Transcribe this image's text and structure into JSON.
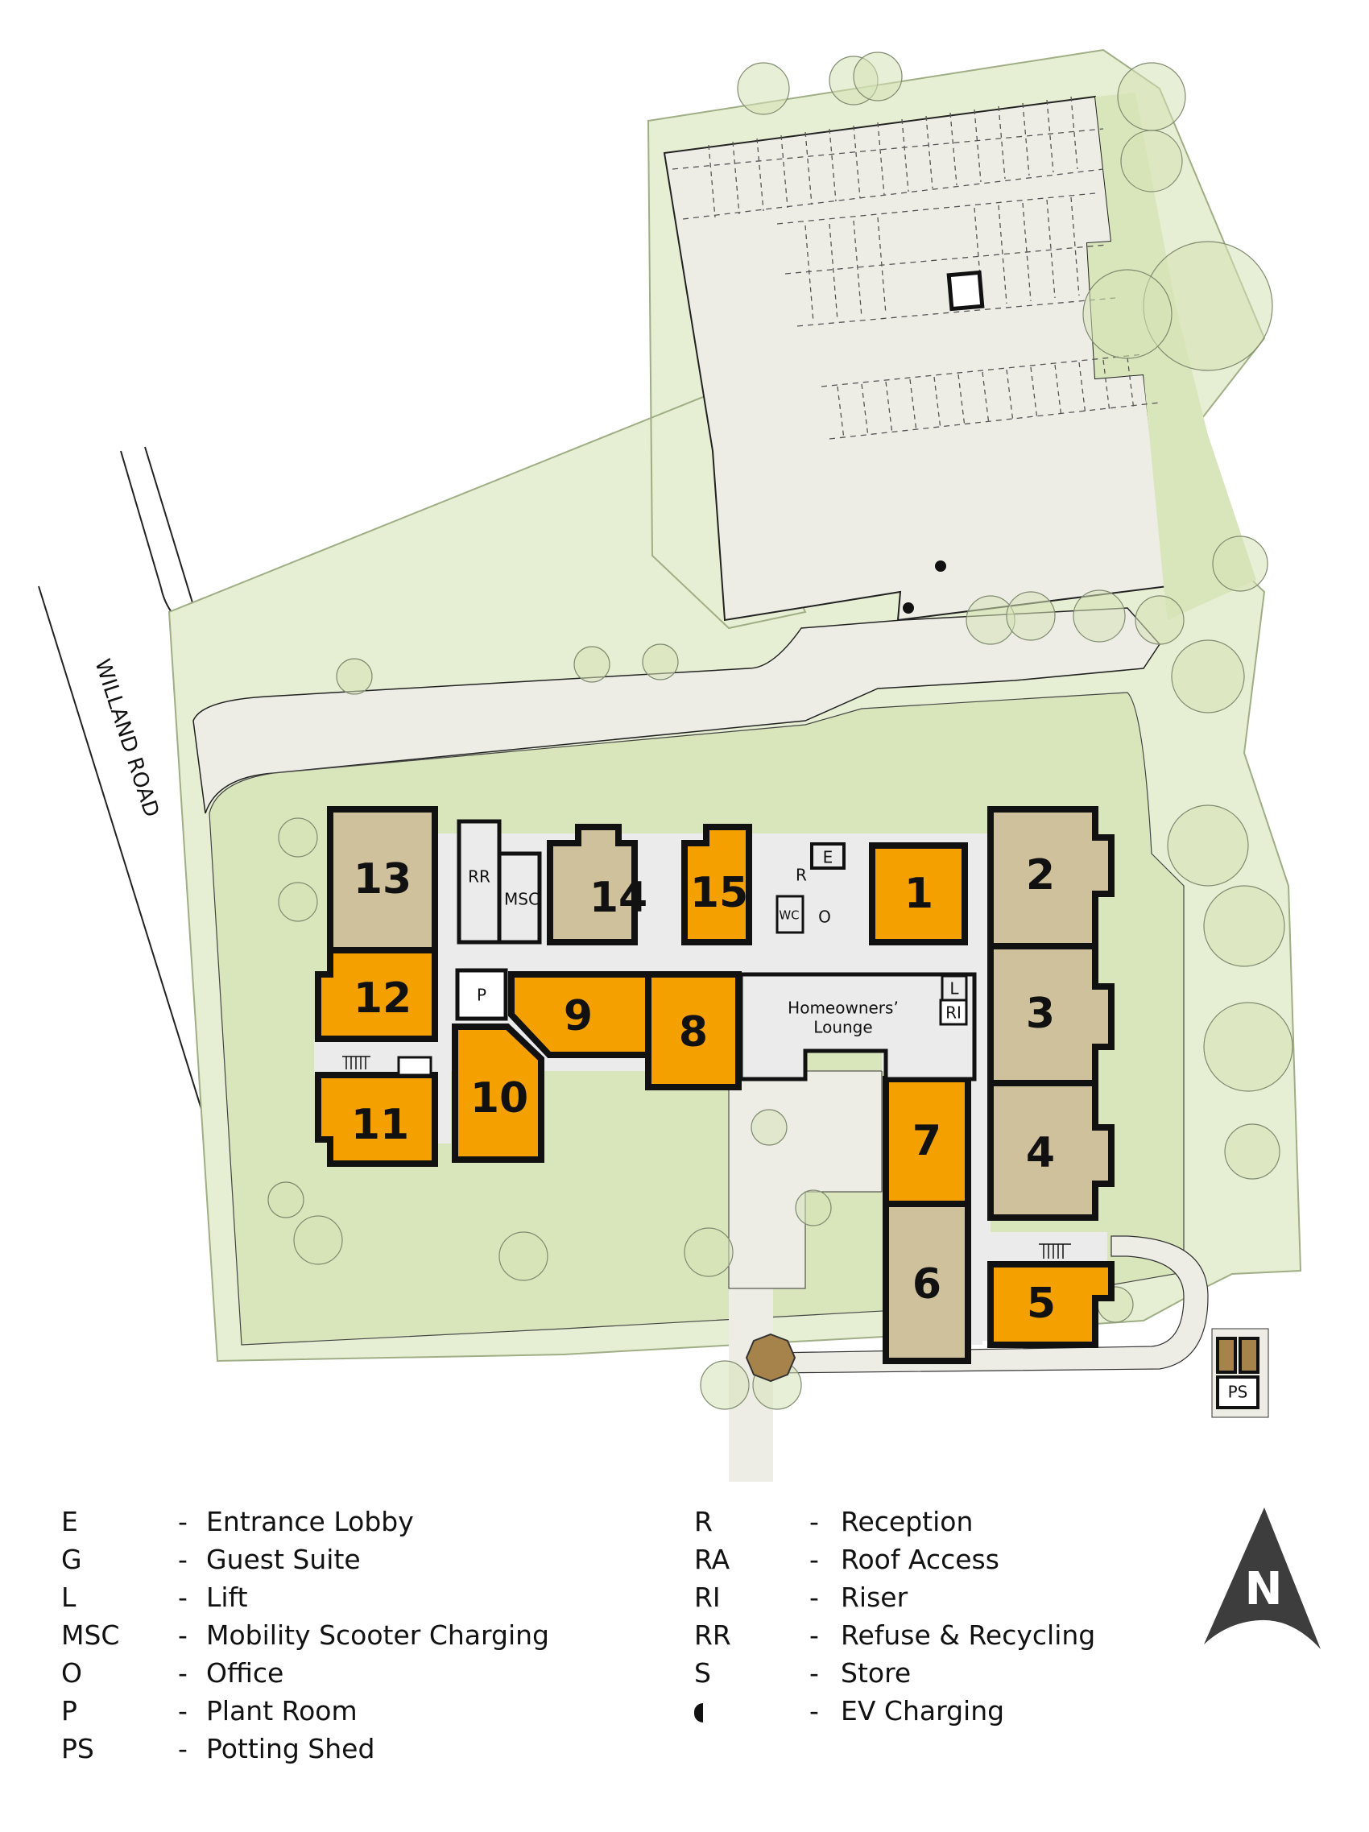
{
  "map": {
    "road_label": "WILLAND ROAD",
    "colors": {
      "available_unit": "#f4a100",
      "sold_unit": "#cfc19c",
      "communal": "#ebebeb",
      "grass": "#d9e6bb",
      "grass_light": "#e6efd3",
      "hardstanding": "#edede6",
      "wall": "#111111",
      "planter": "#a5834a"
    },
    "units": [
      {
        "id": "1",
        "label": "1",
        "status": "orange"
      },
      {
        "id": "2",
        "label": "2",
        "status": "beige"
      },
      {
        "id": "3",
        "label": "3",
        "status": "beige"
      },
      {
        "id": "4",
        "label": "4",
        "status": "beige"
      },
      {
        "id": "5",
        "label": "5",
        "status": "orange"
      },
      {
        "id": "6",
        "label": "6",
        "status": "beige"
      },
      {
        "id": "7",
        "label": "7",
        "status": "orange"
      },
      {
        "id": "8",
        "label": "8",
        "status": "orange"
      },
      {
        "id": "9",
        "label": "9",
        "status": "orange"
      },
      {
        "id": "10",
        "label": "10",
        "status": "orange"
      },
      {
        "id": "11",
        "label": "11",
        "status": "orange"
      },
      {
        "id": "12",
        "label": "12",
        "status": "orange"
      },
      {
        "id": "13",
        "label": "13",
        "status": "beige"
      },
      {
        "id": "14",
        "label": "14",
        "status": "beige"
      },
      {
        "id": "15",
        "label": "15",
        "status": "orange"
      }
    ],
    "rooms": {
      "rr": "RR",
      "msc": "MSC",
      "r": "R",
      "e": "E",
      "wc": "WC",
      "o": "O",
      "p": "P",
      "l": "L",
      "ri": "RI",
      "ps": "PS",
      "lounge_line1": "Homeowners’",
      "lounge_line2": "Lounge"
    }
  },
  "legend": {
    "left": [
      {
        "key": "E",
        "dash": "-",
        "desc": "Entrance Lobby"
      },
      {
        "key": "G",
        "dash": "-",
        "desc": "Guest Suite"
      },
      {
        "key": "L",
        "dash": "-",
        "desc": "Lift"
      },
      {
        "key": "MSC",
        "dash": "-",
        "desc": "Mobility Scooter Charging"
      },
      {
        "key": "O",
        "dash": "-",
        "desc": "Office"
      },
      {
        "key": "P",
        "dash": "-",
        "desc": "Plant Room"
      },
      {
        "key": "PS",
        "dash": "-",
        "desc": "Potting Shed"
      }
    ],
    "right": [
      {
        "key": "R",
        "dash": "-",
        "desc": "Reception"
      },
      {
        "key": "RA",
        "dash": "-",
        "desc": "Roof Access"
      },
      {
        "key": "RI",
        "dash": "-",
        "desc": "Riser"
      },
      {
        "key": "RR",
        "dash": "-",
        "desc": "Refuse & Recycling"
      },
      {
        "key": "S",
        "dash": "-",
        "desc": "Store"
      },
      {
        "key": "",
        "dash": "-",
        "desc": "EV Charging",
        "icon": "ev-charging-icon"
      }
    ]
  },
  "north_arrow": {
    "label": "N",
    "color": "#3d3d3d"
  }
}
